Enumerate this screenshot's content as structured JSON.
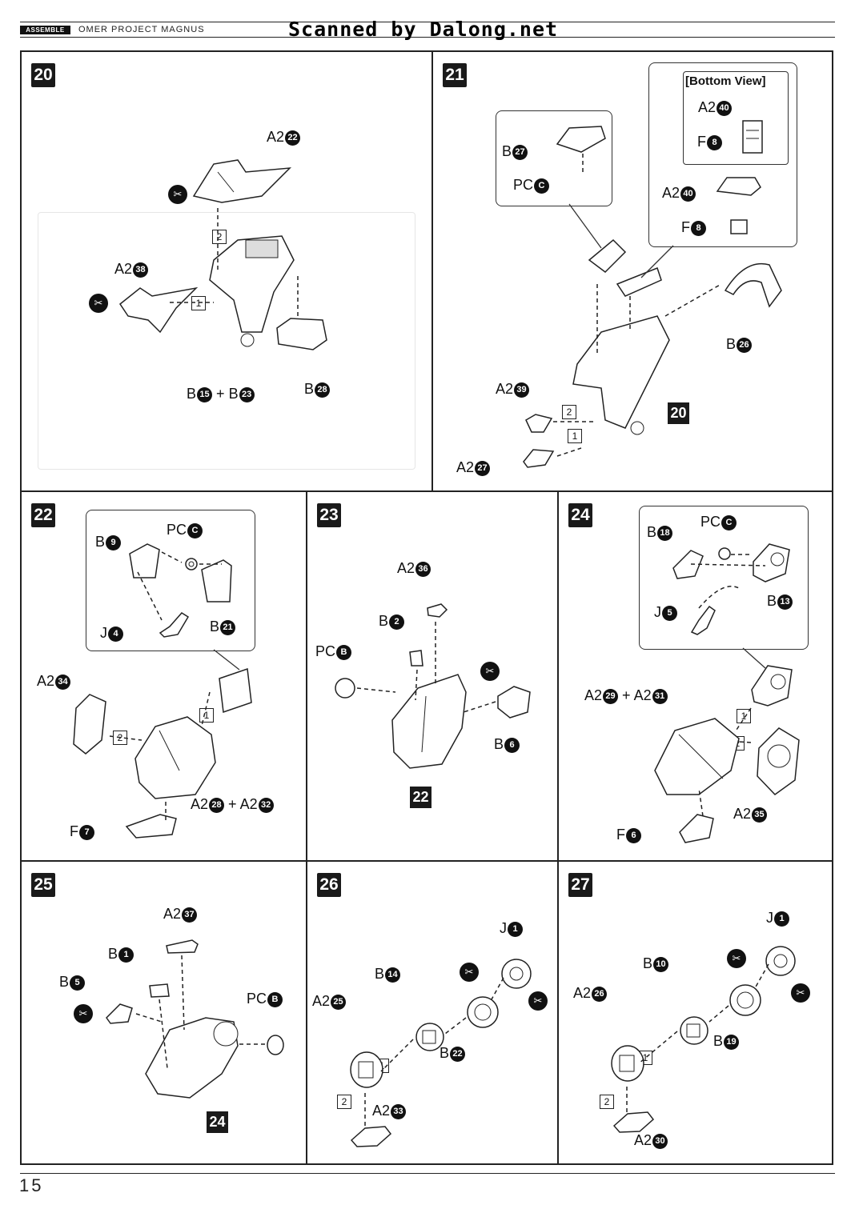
{
  "header": {
    "assemble_tag": "ASSEMBLE",
    "product_name": "OMER PROJECT MAGNUS",
    "scan_credit": "Scanned by Dalong.net"
  },
  "page_number": "15",
  "steps": {
    "s20": {
      "number": "20",
      "sub": {
        "a": "1",
        "b": "2"
      },
      "labels": {
        "a2_22_prefix": "A2",
        "a2_22_num": "22",
        "a2_38_prefix": "A2",
        "a2_38_num": "38",
        "b15_prefix": "B",
        "b15_num": "15",
        "plus": "+",
        "b23_prefix": "B",
        "b23_num": "23",
        "b28_prefix": "B",
        "b28_num": "28"
      }
    },
    "s21": {
      "number": "21",
      "sub": {
        "a": "1",
        "b": "2"
      },
      "ref_step": "20",
      "inset_title": "[Bottom View]",
      "labels": {
        "b27_prefix": "B",
        "b27_num": "27",
        "pcc_prefix": "PC",
        "pcc_num": "C",
        "a2_40a_prefix": "A2",
        "a2_40a_num": "40",
        "f8a_prefix": "F",
        "f8a_num": "8",
        "a2_40b_prefix": "A2",
        "a2_40b_num": "40",
        "f8b_prefix": "F",
        "f8b_num": "8",
        "b26_prefix": "B",
        "b26_num": "26",
        "a2_39_prefix": "A2",
        "a2_39_num": "39",
        "a2_27_prefix": "A2",
        "a2_27_num": "27"
      }
    },
    "s22": {
      "number": "22",
      "sub": {
        "a": "1",
        "b": "2"
      },
      "labels": {
        "b9_prefix": "B",
        "b9_num": "9",
        "pcc_prefix": "PC",
        "pcc_num": "C",
        "j4_prefix": "J",
        "j4_num": "4",
        "b21_prefix": "B",
        "b21_num": "21",
        "a2_34_prefix": "A2",
        "a2_34_num": "34",
        "a2_28_prefix": "A2",
        "a2_28_num": "28",
        "plus": "+",
        "a2_32_prefix": "A2",
        "a2_32_num": "32",
        "f7_prefix": "F",
        "f7_num": "7"
      }
    },
    "s23": {
      "number": "23",
      "ref_step": "22",
      "labels": {
        "a2_36_prefix": "A2",
        "a2_36_num": "36",
        "b2_prefix": "B",
        "b2_num": "2",
        "pcb_prefix": "PC",
        "pcb_num": "B",
        "b6_prefix": "B",
        "b6_num": "6"
      }
    },
    "s24": {
      "number": "24",
      "sub": {
        "a": "1",
        "b": "2"
      },
      "labels": {
        "b18_prefix": "B",
        "b18_num": "18",
        "pcc_prefix": "PC",
        "pcc_num": "C",
        "b13_prefix": "B",
        "b13_num": "13",
        "j5_prefix": "J",
        "j5_num": "5",
        "a2_29_prefix": "A2",
        "a2_29_num": "29",
        "plus": "+",
        "a2_31_prefix": "A2",
        "a2_31_num": "31",
        "a2_35_prefix": "A2",
        "a2_35_num": "35",
        "f6_prefix": "F",
        "f6_num": "6"
      }
    },
    "s25": {
      "number": "25",
      "ref_step": "24",
      "labels": {
        "a2_37_prefix": "A2",
        "a2_37_num": "37",
        "b1_prefix": "B",
        "b1_num": "1",
        "b5_prefix": "B",
        "b5_num": "5",
        "pcb_prefix": "PC",
        "pcb_num": "B"
      }
    },
    "s26": {
      "number": "26",
      "sub": {
        "a": "1",
        "b": "2"
      },
      "labels": {
        "j1_prefix": "J",
        "j1_num": "1",
        "b14_prefix": "B",
        "b14_num": "14",
        "a2_25_prefix": "A2",
        "a2_25_num": "25",
        "b22_prefix": "B",
        "b22_num": "22",
        "a2_33_prefix": "A2",
        "a2_33_num": "33"
      }
    },
    "s27": {
      "number": "27",
      "sub": {
        "a": "1",
        "b": "2"
      },
      "labels": {
        "j1_prefix": "J",
        "j1_num": "1",
        "b10_prefix": "B",
        "b10_num": "10",
        "a2_26_prefix": "A2",
        "a2_26_num": "26",
        "b19_prefix": "B",
        "b19_num": "19",
        "a2_30_prefix": "A2",
        "a2_30_num": "30"
      }
    }
  },
  "icons": {
    "nipper": "nipper-cut-icon",
    "arrow": "dashed-arrow"
  }
}
